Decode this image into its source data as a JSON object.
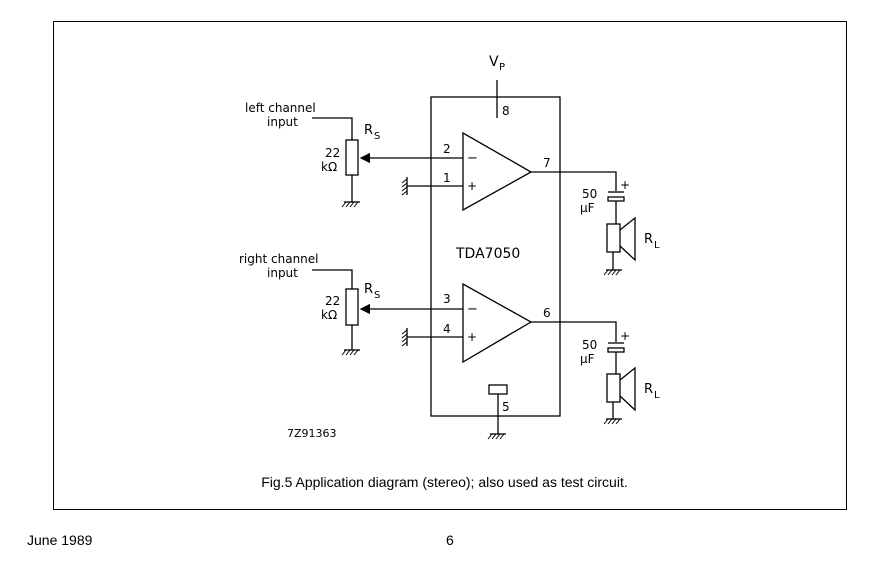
{
  "diagram": {
    "supply_label": "V",
    "supply_sub": "P",
    "pin_8": "8",
    "ic_name": "TDA7050",
    "pin_5": "5",
    "drawing_code": "7Z91363",
    "left": {
      "input_line1": "left channel",
      "input_line2": "input",
      "res_main": "R",
      "res_sub": "S",
      "res_value1": "22",
      "res_value2": "kΩ",
      "pin_inv": "2",
      "pin_noninv": "1",
      "pin_out": "7",
      "minus": "−",
      "plus": "+",
      "cap_value1": "50",
      "cap_value2": "μF",
      "cap_plus": "+",
      "load_main": "R",
      "load_sub": "L"
    },
    "right": {
      "input_line1": "right channel",
      "input_line2": "input",
      "res_main": "R",
      "res_sub": "S",
      "res_value1": "22",
      "res_value2": "kΩ",
      "pin_inv": "3",
      "pin_noninv": "4",
      "pin_out": "6",
      "minus": "−",
      "plus": "+",
      "cap_value1": "50",
      "cap_value2": "μF",
      "cap_plus": "+",
      "load_main": "R",
      "load_sub": "L"
    }
  },
  "caption": "Fig.5  Application diagram (stereo); also used as test circuit.",
  "footer": {
    "date": "June 1989",
    "page": "6"
  }
}
